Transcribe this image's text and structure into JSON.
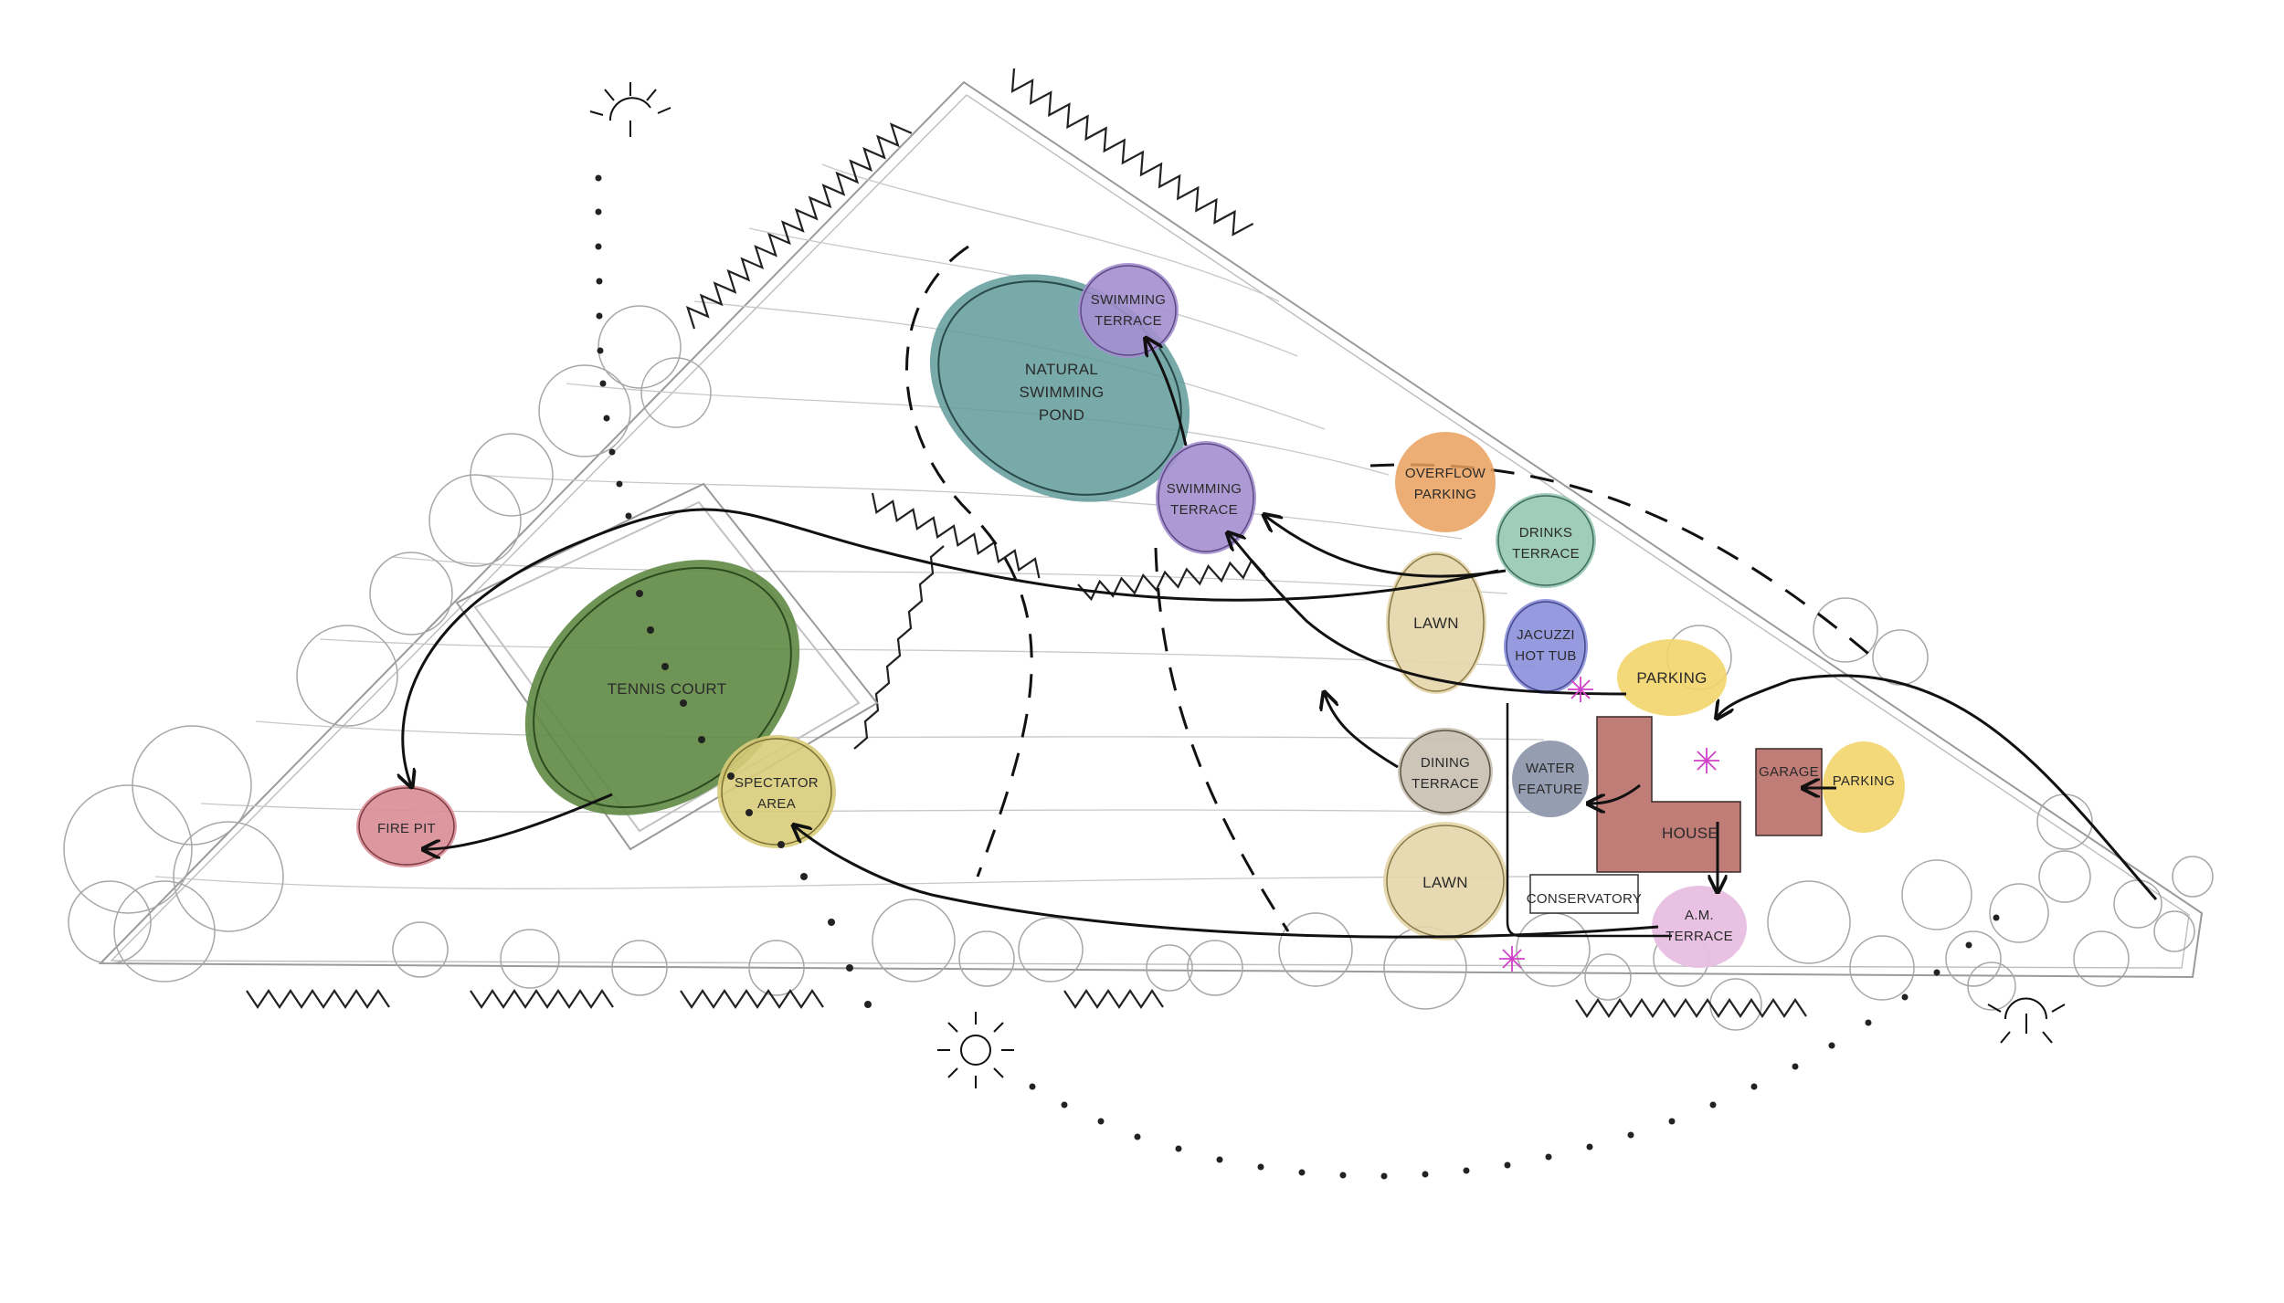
{
  "zones": {
    "swimming_terrace_north": [
      "SWIMMING",
      "TERRACE"
    ],
    "natural_swimming_pond": [
      "NATURAL",
      "SWIMMING",
      "POND"
    ],
    "swimming_terrace_south": [
      "SWIMMING",
      "TERRACE"
    ],
    "overflow_parking": [
      "OVERFLOW",
      "PARKING"
    ],
    "drinks_terrace": [
      "DRINKS",
      "TERRACE"
    ],
    "lawn_upper": [
      "LAWN"
    ],
    "jacuzzi_hot_tub": [
      "JACUZZI",
      "HOT TUB"
    ],
    "parking_east": [
      "PARKING"
    ],
    "dining_terrace": [
      "DINING",
      "TERRACE"
    ],
    "water_feature": [
      "WATER",
      "FEATURE"
    ],
    "garage": [
      "GARAGE"
    ],
    "parking_far_east": [
      "PARKING"
    ],
    "house": [
      "HOUSE"
    ],
    "lawn_lower": [
      "LAWN"
    ],
    "conservatory": [
      "CONSERVATORY"
    ],
    "am_terrace": [
      "A.M.",
      "TERRACE"
    ],
    "tennis_court": [
      "TENNIS COURT"
    ],
    "spectator_area": [
      "SPECTATOR",
      "AREA"
    ],
    "fire_pit": [
      "FIRE PIT"
    ]
  },
  "colors": {
    "pond": "#5f9b9a",
    "terrace_purple": "#a48fcf",
    "overflow_orange": "#e9a05c",
    "drinks_green": "#8fc4ae",
    "lawn_beige": "#e4d6aa",
    "jacuzzi_blue": "#8b8fdc",
    "parking_yellow": "#f2d56a",
    "dining_gray": "#c9c2b4",
    "water_slate": "#8f98ad",
    "building_red": "#c07c76",
    "am_pink": "#e8bfe2",
    "tennis_green": "#5f8a44",
    "spectator_olive": "#d8cc7a",
    "firepit_rose": "#d98d95",
    "accent_magenta": "#d040c8"
  },
  "icons": [
    "sun-icon-northwest",
    "sun-icon-south",
    "sun-icon-east"
  ]
}
